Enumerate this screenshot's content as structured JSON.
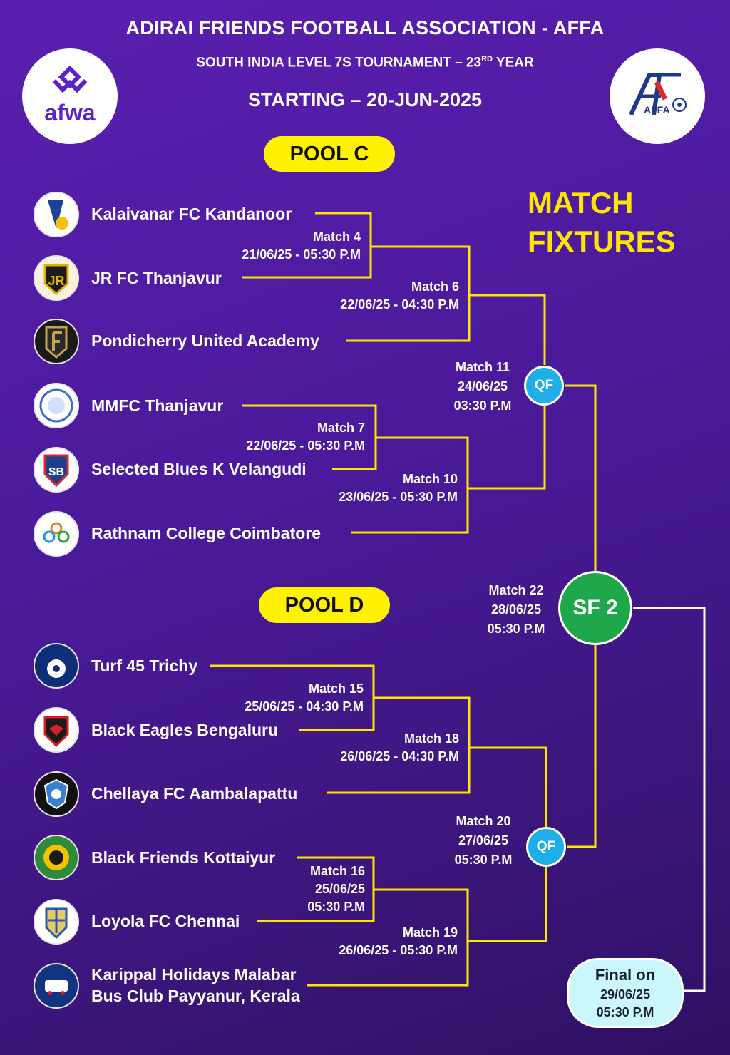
{
  "header": {
    "title": "ADIRAI FRIENDS FOOTBALL ASSOCIATION - AFFA",
    "subtitle_main": "SOUTH INDIA LEVEL 7S TOURNAMENT – 23",
    "subtitle_sup": "RD",
    "subtitle_tail": " YEAR",
    "starting": "STARTING – 20-JUN-2025"
  },
  "logos": {
    "left_text": "afwa",
    "right_text": "AFFA"
  },
  "title_right": {
    "line1": "MATCH",
    "line2": "FIXTURES"
  },
  "pools": {
    "c": "POOL C",
    "d": "POOL D"
  },
  "teams": [
    "Kalaivanar FC Kandanoor",
    "JR FC Thanjavur",
    "Pondicherry United Academy",
    "MMFC Thanjavur",
    "Selected Blues K Velangudi",
    "Rathnam College Coimbatore",
    "Turf 45 Trichy",
    "Black Eagles Bengaluru",
    "Chellaya FC Aambalapattu",
    "Black Friends Kottaiyur",
    "Loyola FC Chennai",
    "Karippal Holidays Malabar",
    "Bus Club Payyanur, Kerala"
  ],
  "matches": {
    "m4": {
      "title": "Match 4",
      "when": "21/06/25  - 05:30 P.M"
    },
    "m6": {
      "title": "Match 6",
      "when": "22/06/25 - 04:30 P.M"
    },
    "m7": {
      "title": "Match 7",
      "when": "22/06/25 - 05:30 P.M"
    },
    "m10": {
      "title": "Match 10",
      "when": "23/06/25  - 05:30 P.M"
    },
    "m11": {
      "title": "Match 11",
      "date": "24/06/25",
      "time": "03:30 P.M"
    },
    "m15": {
      "title": "Match 15",
      "when": "25/06/25 - 04:30 P.M"
    },
    "m16": {
      "title": "Match 16",
      "date": "25/06/25",
      "time": "05:30 P.M"
    },
    "m18": {
      "title": "Match 18",
      "when": "26/06/25 - 04:30 P.M"
    },
    "m19": {
      "title": "Match 19",
      "when": "26/06/25 - 05:30 P.M"
    },
    "m20": {
      "title": "Match 20",
      "date": "27/06/25",
      "time": "05:30 P.M"
    },
    "m22": {
      "title": "Match 22",
      "date": "28/06/25",
      "time": "05:30 P.M"
    }
  },
  "badges": {
    "qf": "QF",
    "sf": "SF 2"
  },
  "final": {
    "line1": "Final on",
    "date": "29/06/25",
    "time": "05:30 P.M"
  },
  "colors": {
    "line_yellow": "#ffe600",
    "line_white": "#ffffff",
    "pool_bg": "#fff200",
    "qf_bg": "#1eaee8",
    "sf_bg": "#1fa84a",
    "final_bg": "#c9f7fc"
  }
}
